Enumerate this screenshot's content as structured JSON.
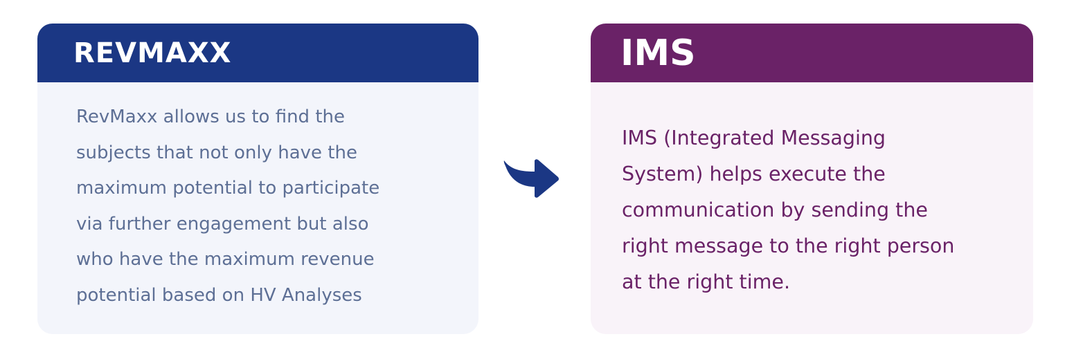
{
  "revmaxx": {
    "title": "REVMAXX",
    "lines": [
      "RevMaxx allows us to find   the",
      "subjects that not only have the",
      "maximum potential to participate",
      "via further engagement but also",
      "who have the maximum revenue",
      "potential based on HV Analyses"
    ]
  },
  "arrow": {
    "icon": "curved-arrow-right-icon",
    "color": "#1b3784"
  },
  "ims": {
    "title": "IMS",
    "lines": [
      "IMS (Integrated Messaging",
      "System) helps execute the",
      "communication by sending the",
      "right message to the right person",
      "at the right time."
    ]
  },
  "colors": {
    "revmaxx_header": "#1b3784",
    "ims_header": "#6a2267"
  }
}
